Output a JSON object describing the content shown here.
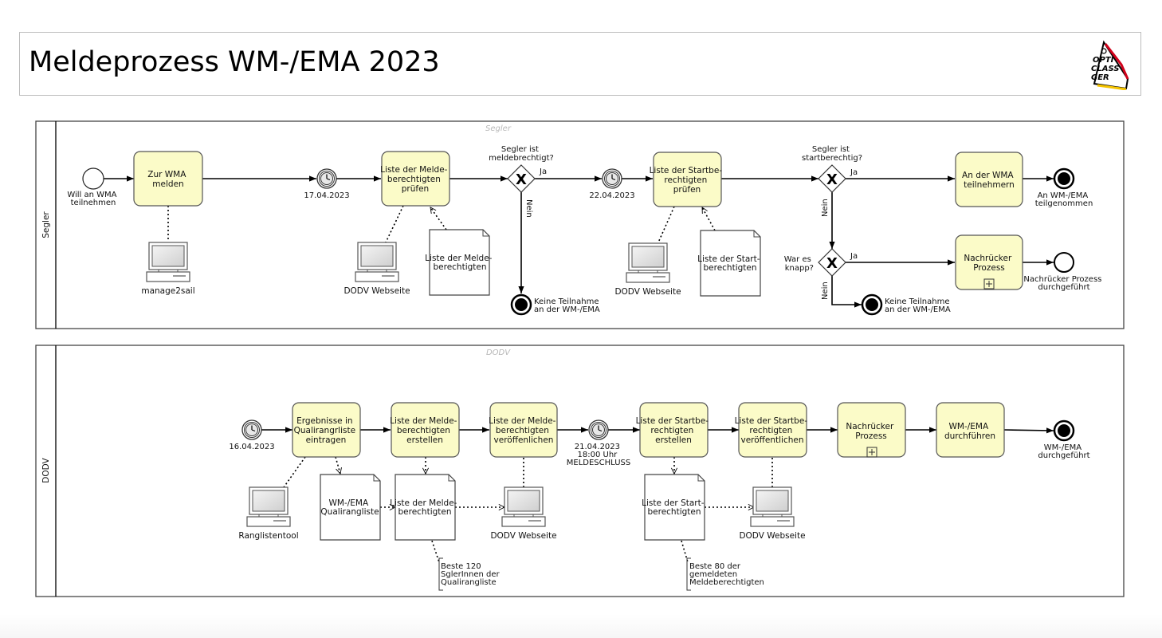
{
  "header": {
    "title": "Meldeprozess WM-/EMA 2023",
    "logo_lines": [
      "OPTI",
      "CLASS",
      "GER"
    ]
  },
  "colors": {
    "task_fill": "#fbfbc8",
    "task_stroke": "#555555",
    "line": "#000000",
    "watermark": "#b8b8b8"
  },
  "pools": [
    {
      "name": "Segler",
      "watermark": "Segler"
    },
    {
      "name": "DODV",
      "watermark": "DODV"
    }
  ],
  "segler": {
    "start_event": [
      "Will an WMA",
      "teilnehmen"
    ],
    "task_melden": [
      "Zur WMA",
      "melden"
    ],
    "timer_1": "17.04.2023",
    "task_pruefen_melde": [
      "Liste der Melde-",
      "berechtigten",
      "prüfen"
    ],
    "gateway_1_label": [
      "Segler ist",
      "meldebrechtigt?"
    ],
    "gateway_1_yes": "Ja",
    "gateway_1_no": "Nein",
    "end_no_participation_1": [
      "Keine Teilnahme",
      "an der WM-/EMA"
    ],
    "timer_2": "22.04.2023",
    "task_pruefen_start": [
      "Liste der Startbe-",
      "rechtigten",
      "prüfen"
    ],
    "gateway_2_label": [
      "Segler ist",
      "startberechtig?"
    ],
    "gateway_2_yes": "Ja",
    "gateway_2_no": "Nein",
    "gateway_3_label": [
      "War es",
      "knapp?"
    ],
    "gateway_3_yes": "Ja",
    "gateway_3_no": "Nein",
    "end_no_participation_2": [
      "Keine Teilnahme",
      "an der WM-/EMA"
    ],
    "task_teilnehmen": [
      "An der WMA",
      "teilnehmern"
    ],
    "end_participated": [
      "An WM-/EMA",
      "teilgenommen"
    ],
    "task_nachruecker": [
      "Nachrücker",
      "Prozess"
    ],
    "end_nachruecker": [
      "Nachrücker Prozess",
      "durchgeführt"
    ],
    "system_manage2sail": "manage2sail",
    "system_dodv_1": "DODV Webseite",
    "doc_melde": [
      "Liste der Melde-",
      "berechtigten"
    ],
    "system_dodv_2": "DODV Webseite",
    "doc_start": [
      "Liste der Start-",
      "berechtigten"
    ]
  },
  "dodv": {
    "timer_start": "16.04.2023",
    "task_ergebnisse": [
      "Ergebnisse in",
      "Qualirangrliste",
      "eintragen"
    ],
    "task_melde_erstellen": [
      "Liste der Melde-",
      "berechtigten",
      "erstellen"
    ],
    "task_melde_veroeff": [
      "Liste der Melde-",
      "berechtigten",
      "veröffenlichen"
    ],
    "timer_deadline": [
      "21.04.2023",
      "18:00 Uhr",
      "MELDESCHLUSS"
    ],
    "task_start_erstellen": [
      "Liste der Startbe-",
      "rechtigten",
      "erstellen"
    ],
    "task_start_veroeff": [
      "Liste der Startbe-",
      "rechtigten",
      "veröffentlichen"
    ],
    "task_nachruecker": [
      "Nachrücker",
      "Prozess"
    ],
    "task_durchfuehren": [
      "WM-/EMA",
      "durchführen"
    ],
    "end_event": [
      "WM-/EMA",
      "durchgeführt"
    ],
    "system_ranglistentool": "Ranglistentool",
    "doc_qualirangliste": [
      "WM-/EMA",
      "Qualirangliste"
    ],
    "doc_melde": [
      "Liste der Melde-",
      "berechtigten"
    ],
    "system_dodv_1": "DODV Webseite",
    "annotation_1": [
      "Beste 120",
      "SglerInnen der",
      "Qualirangliste"
    ],
    "doc_start": [
      "Liste der Start-",
      "berechtigten"
    ],
    "system_dodv_2": "DODV Webseite",
    "annotation_2": [
      "Beste 80 der",
      "gemeldeten",
      "Meldeberechtigten"
    ]
  }
}
